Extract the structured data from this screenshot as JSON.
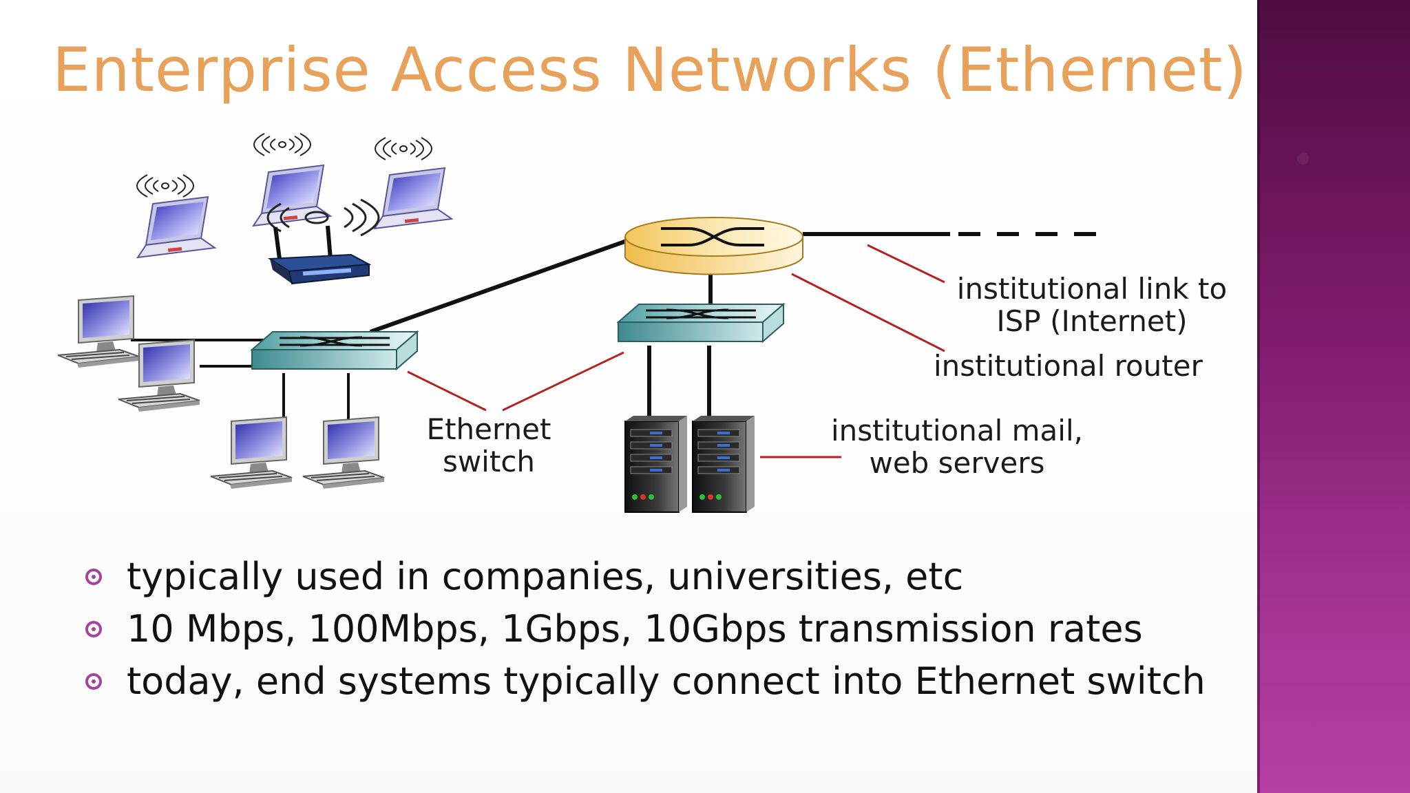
{
  "slide": {
    "title": "Enterprise Access Networks (Ethernet)",
    "labels": {
      "ethernet_switch_line1": "Ethernet",
      "ethernet_switch_line2": "switch",
      "isp_link_line1": "institutional link to",
      "isp_link_line2": "ISP (Internet)",
      "router": "institutional router",
      "servers_line1": "institutional mail,",
      "servers_line2": "web servers"
    },
    "bullets": [
      "typically used in companies, universities, etc",
      "10 Mbps, 100Mbps, 1Gbps, 10Gbps transmission rates",
      "today, end systems typically connect into Ethernet switch"
    ]
  },
  "colors": {
    "title_gradient": [
      "#fde3b0",
      "#f4a451"
    ],
    "bullet_accent": "#a5439a",
    "callout_line": "#b22222",
    "switch_teal": "#7fbcc0",
    "router_gold": "#f6d27a",
    "side_panel": "#8e2580"
  }
}
